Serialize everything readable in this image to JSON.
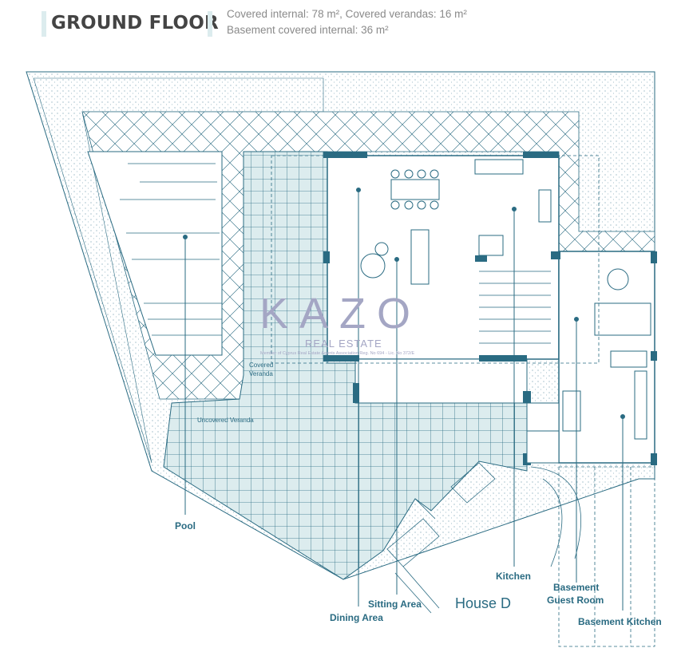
{
  "header": {
    "title": "GROUND FLOOR",
    "line1": "Covered internal: 78 m², Covered verandas: 16 m²",
    "line2": "Basement covered internal: 36 m²"
  },
  "plan": {
    "house_name": "House D",
    "labels": {
      "pool": "Pool",
      "dining": "Dining Area",
      "sitting": "Sitting Area",
      "kitchen": "Kitchen",
      "basement_guest_1": "Basement",
      "basement_guest_2": "Guest Room",
      "basement_kitchen": "Basement Kitchen",
      "uncovered_veranda": "Uncovered Veranda",
      "covered_veranda_1": "Covered",
      "covered_veranda_2": "Veranda"
    },
    "colors": {
      "line": "#2a6b82",
      "wall": "#2a6b82",
      "tile": "#dcecee",
      "accent": "#2a6b82"
    }
  },
  "watermark": {
    "logo": "KAZO",
    "tagline": "REAL ESTATE",
    "note": "Member of Cyprus Real Estate Agents Association Reg. No 694 - Lic. No 372/E"
  }
}
